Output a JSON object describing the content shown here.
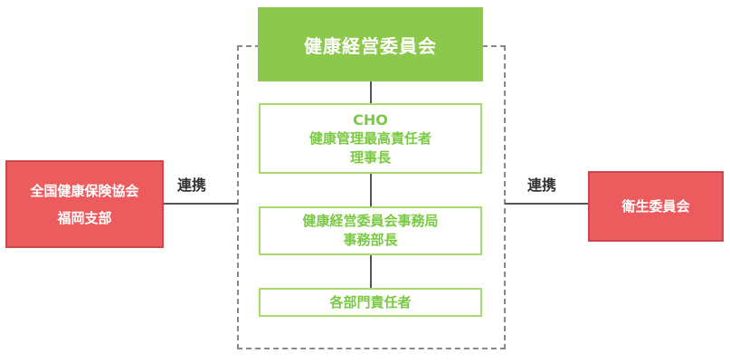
{
  "colors": {
    "committee_fill": "#8cc84b",
    "sub_border": "#a8d970",
    "sub_text": "#7ac943",
    "partner_fill": "#ec5b5e",
    "connector": "#555555"
  },
  "committee": {
    "label": "健康経営委員会"
  },
  "cho": {
    "line1": "CHO",
    "line2": "健康管理最高責任者",
    "line3": "理事長"
  },
  "office": {
    "line1": "健康経営委員会事務局",
    "line2": "事務部長"
  },
  "managers": {
    "label": "各部門責任者"
  },
  "left_partner": {
    "line1": "全国健康保険協会",
    "line2": "福岡支部"
  },
  "right_partner": {
    "label": "衛生委員会"
  },
  "links": {
    "left": "連携",
    "right": "連携"
  }
}
